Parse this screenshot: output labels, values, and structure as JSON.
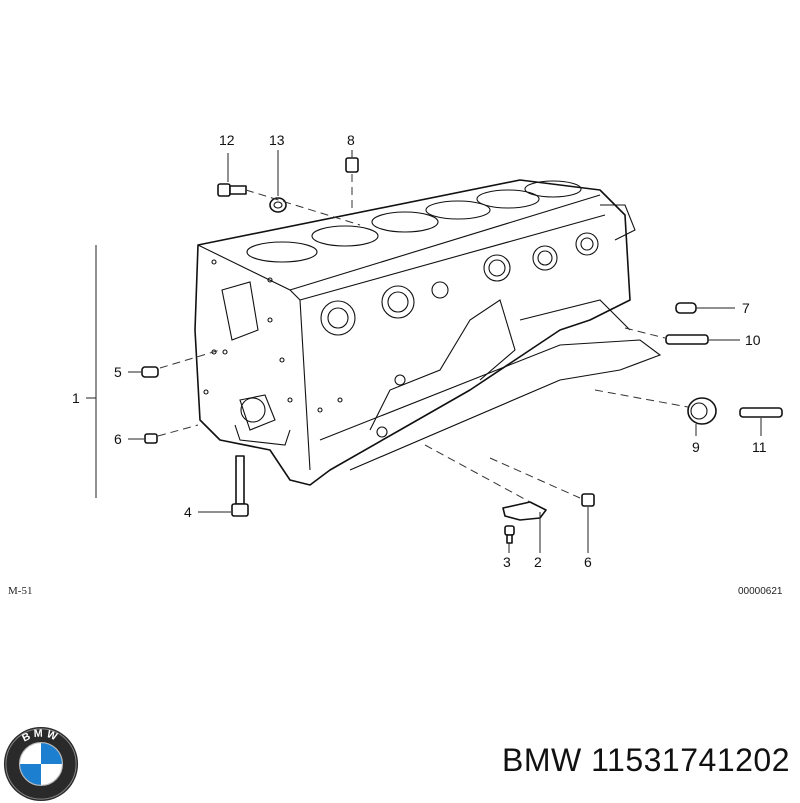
{
  "diagram": {
    "left_code": "M-51",
    "right_code": "00000621",
    "callouts": {
      "c1": "1",
      "c2": "2",
      "c3": "3",
      "c4": "4",
      "c5": "5",
      "c6a": "6",
      "c6b": "6",
      "c7": "7",
      "c8": "8",
      "c9": "9",
      "c10": "10",
      "c11": "11",
      "c12": "12",
      "c13": "13"
    }
  },
  "footer": {
    "part_number": "BMW 11531741202",
    "logo_text": "BMW"
  }
}
